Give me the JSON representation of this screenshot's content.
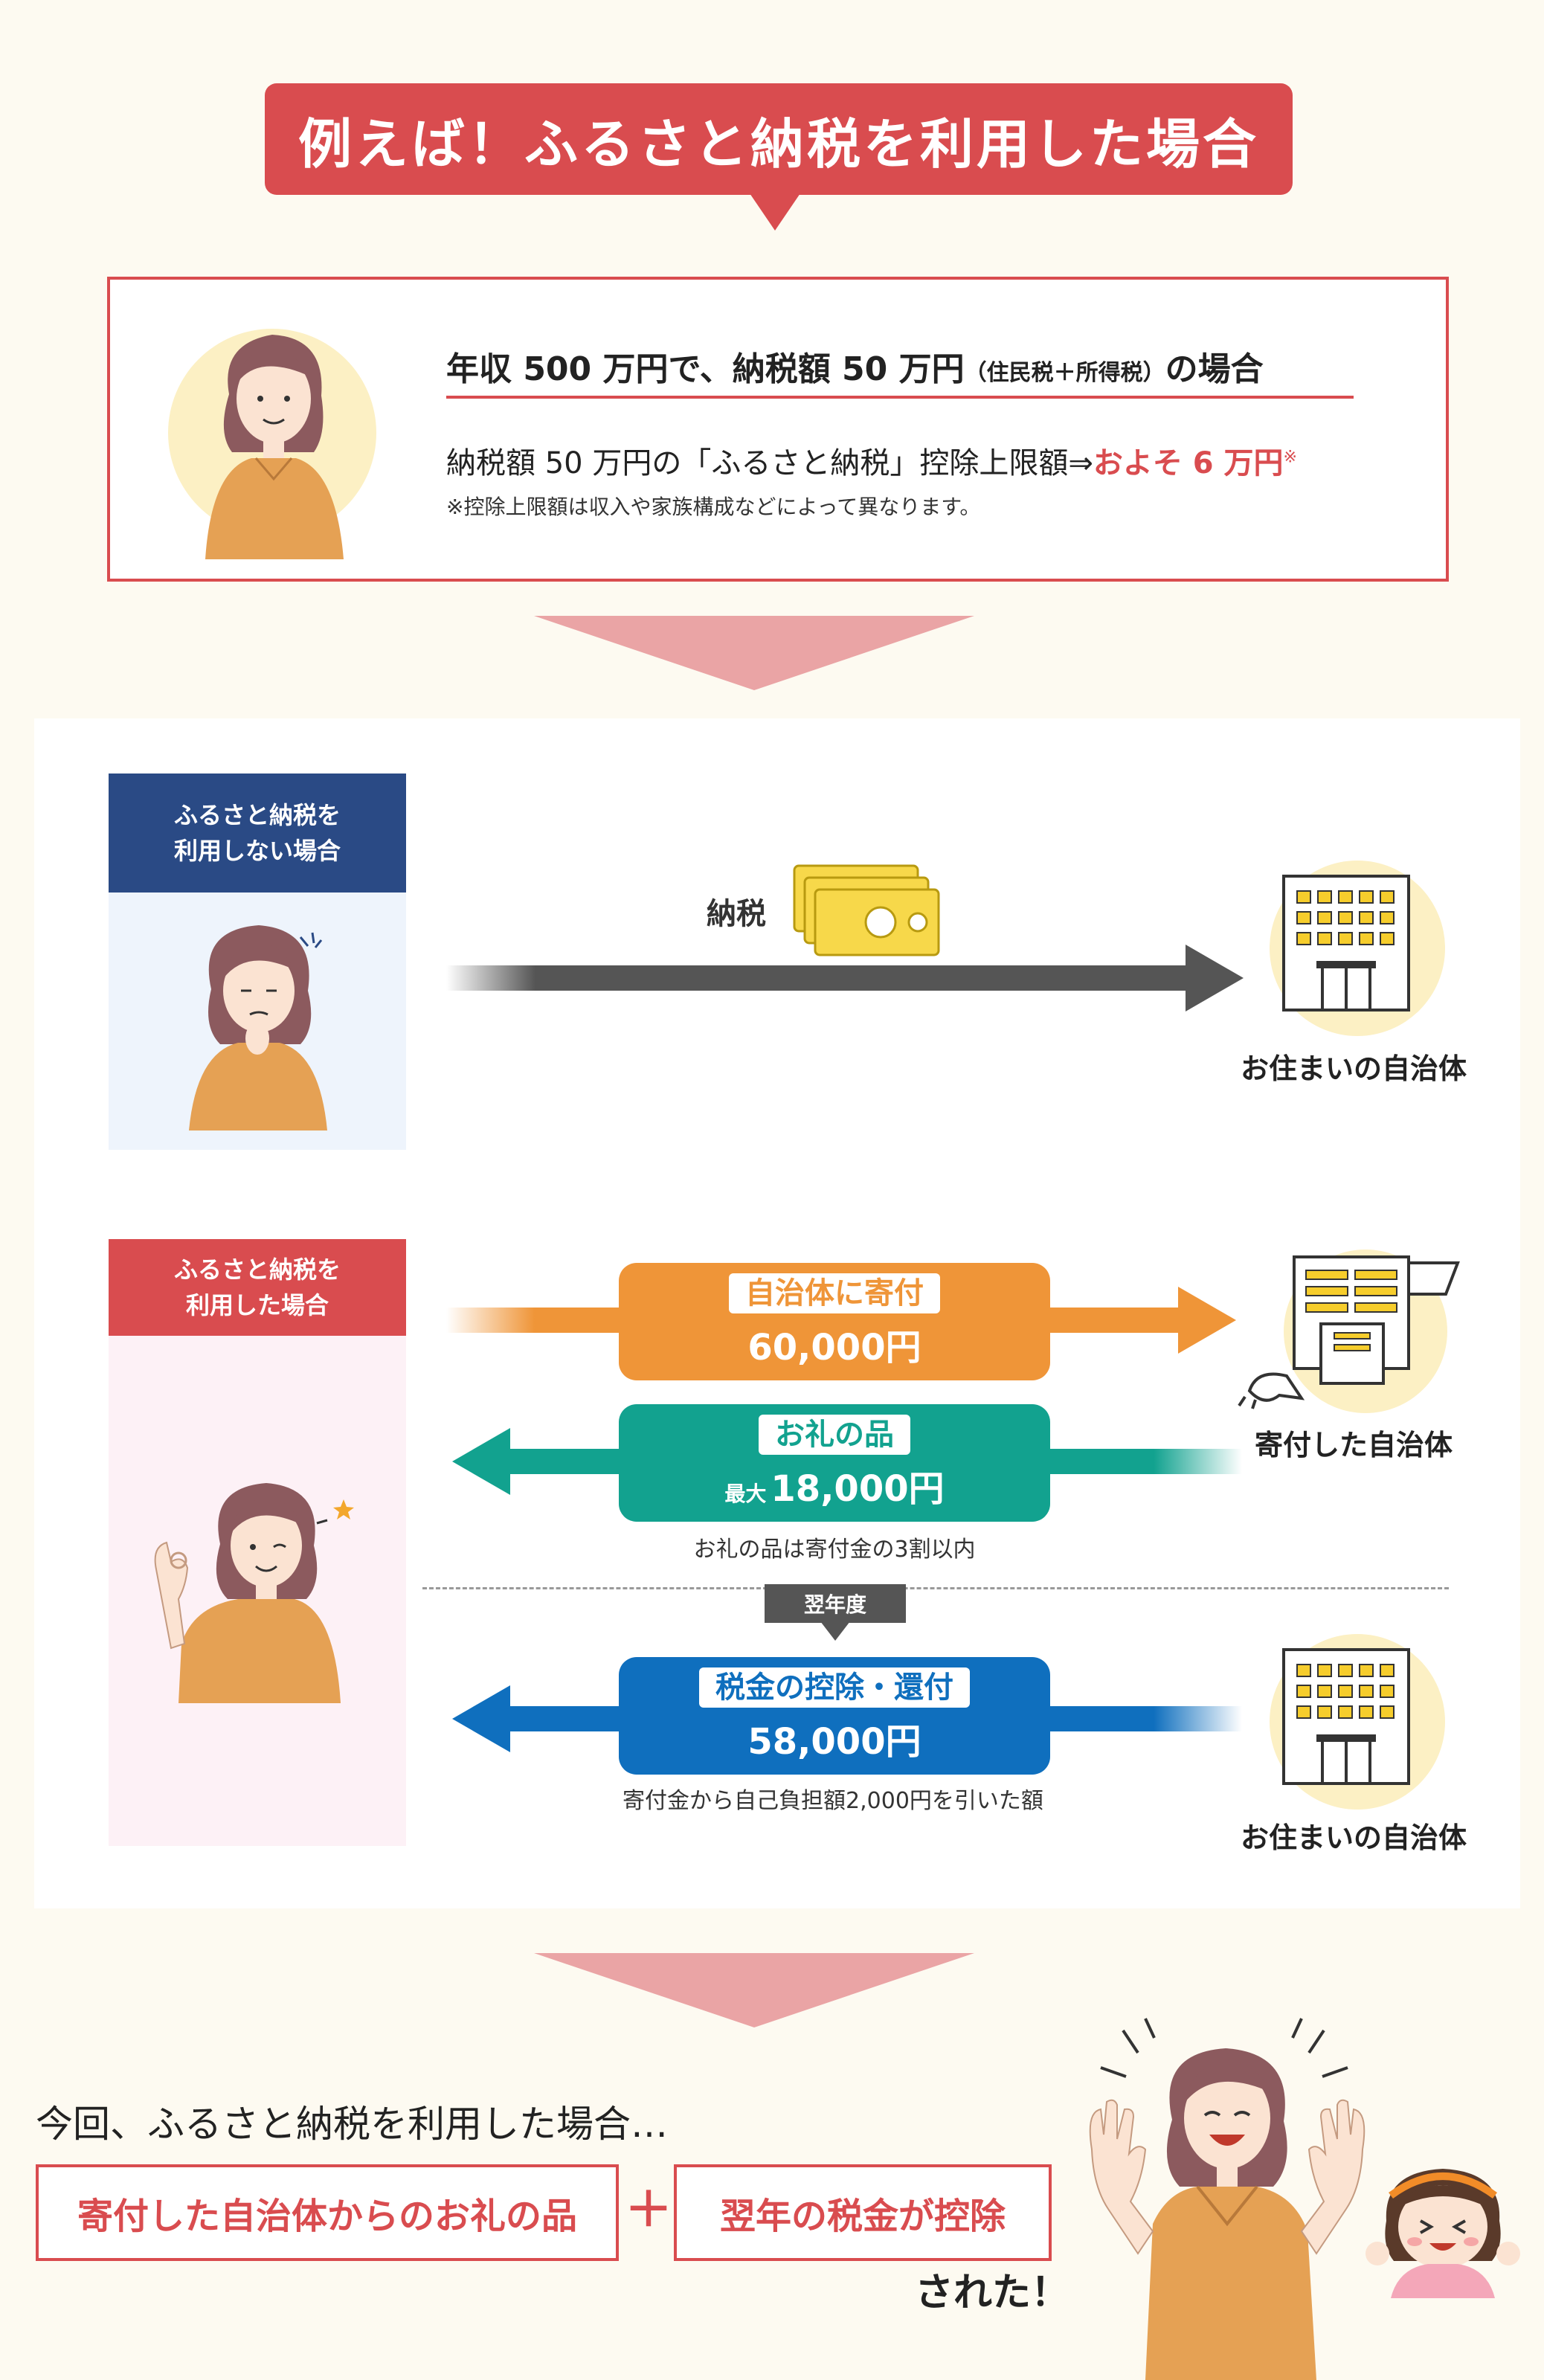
{
  "title": "例えば！ふるさと納税を利用した場合",
  "case": {
    "heading_main": "年収 500 万円で、納税額 50 万円",
    "heading_paren": "（住民税＋所得税）",
    "heading_tail": "の場合",
    "limit_text": "納税額 50 万円の「ふるさと納税」控除上限額⇒",
    "limit_value": "およそ 6 万円",
    "limit_mark": "※",
    "note": "※控除上限額は収入や家族構成などによって異なります。"
  },
  "without": {
    "header": "ふるさと納税を\n利用しない場合",
    "tax_label": "納税",
    "destination": "お住まいの自治体"
  },
  "with": {
    "header": "ふるさと納税を\n利用した場合",
    "donation": {
      "tag": "自治体に寄付",
      "amount": "60,000円"
    },
    "donated_destination": "寄付した自治体",
    "gift": {
      "tag": "お礼の品",
      "prefix": "最大",
      "amount": "18,000円",
      "caption": "お礼の品は寄付金の3割以内"
    },
    "next_year": "翌年度",
    "refund": {
      "tag": "税金の控除・還付",
      "amount": "58,000円",
      "caption": "寄付金から自己負担額2,000円を引いた額"
    },
    "home_destination": "お住まいの自治体"
  },
  "result": {
    "lead": "今回、ふるさと納税を利用した場合…",
    "box1": "寄付した自治体からのお礼の品",
    "plus": "＋",
    "box2": "翌年の税金が控除",
    "tail": "された！"
  },
  "colors": {
    "accent_red": "#d94c4f",
    "navy": "#2a4a85",
    "orange": "#ef9538",
    "teal": "#12a28f",
    "blue": "#0f6fbe",
    "gray_arrow": "#555555",
    "sweater": "#e5a154",
    "hair": "#8c5a5e"
  }
}
